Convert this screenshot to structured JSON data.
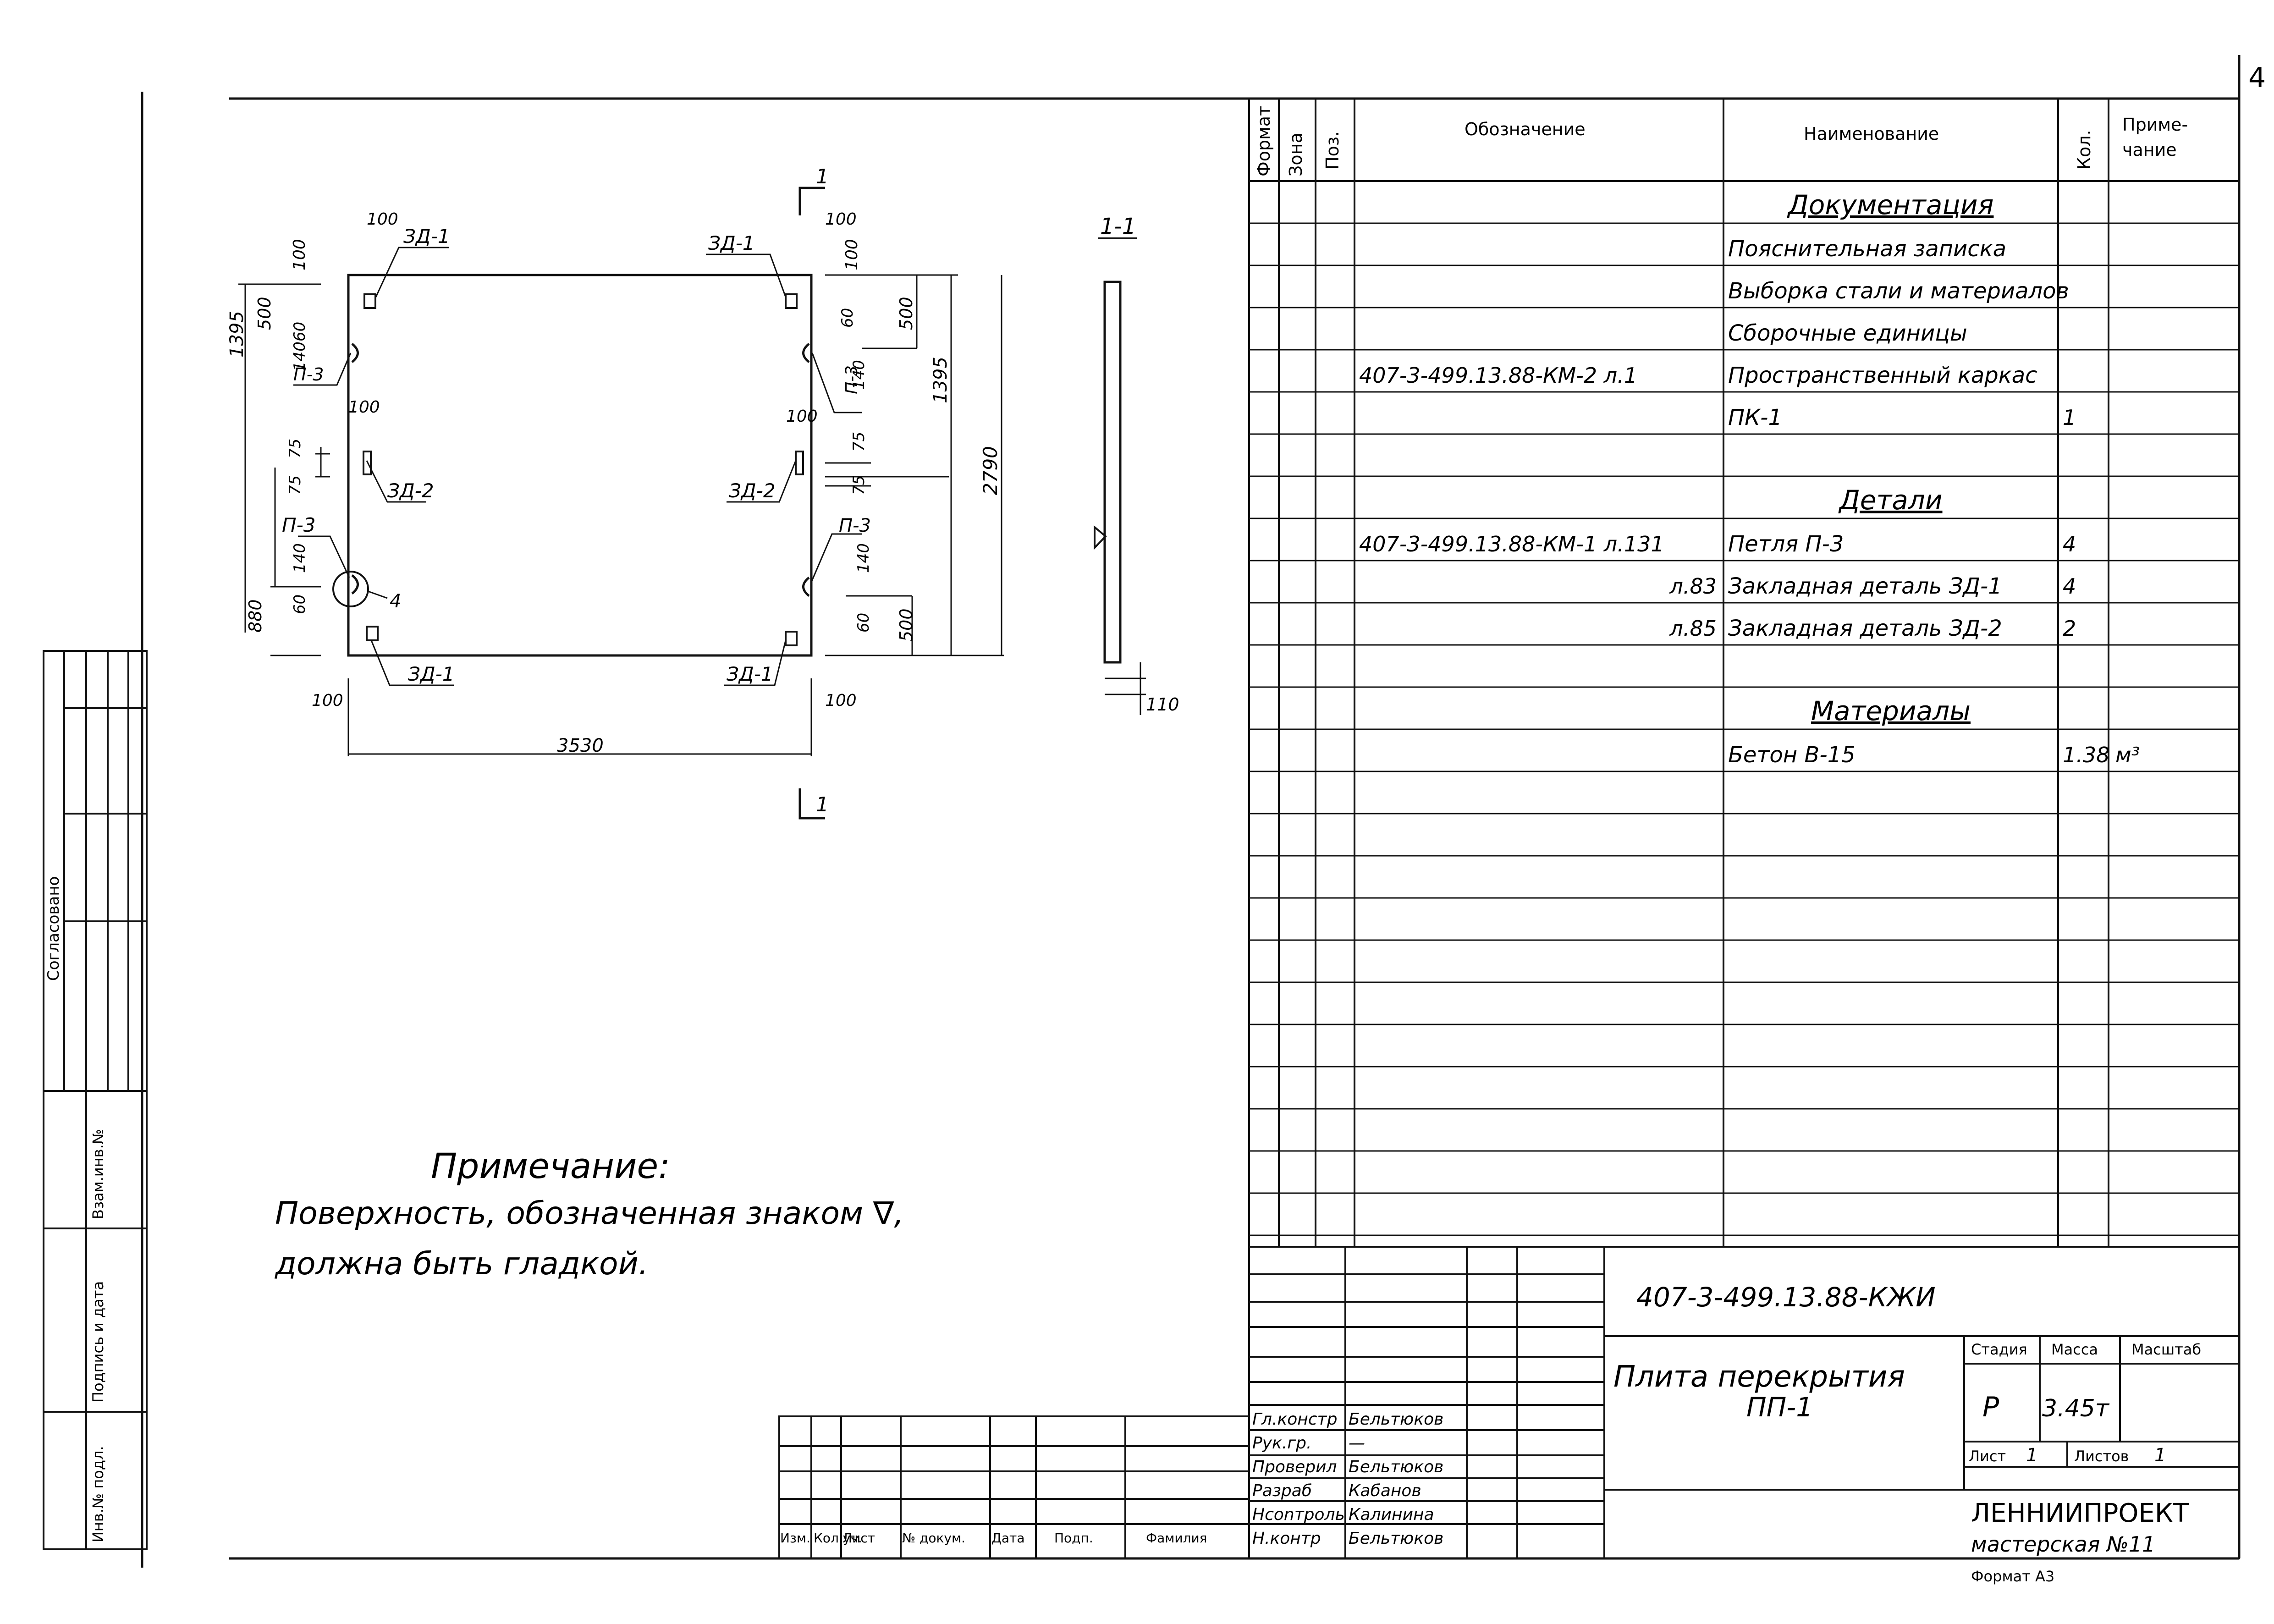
{
  "sheet_corner_number": "4",
  "left_strip": {
    "agreed": "Согласовано",
    "inv_podl": "Инв.№ подл.",
    "podpis_data": "Подпись и дата",
    "vzam_inv": "Взам.инв.№"
  },
  "spec_headers": {
    "format": "Формат",
    "zone": "Зона",
    "pos": "Поз.",
    "designation": "Обозначение",
    "name": "Наименование",
    "qty": "Кол.",
    "note_l1": "Приме-",
    "note_l2": "чание"
  },
  "spec_rows": [
    {
      "designation": "",
      "name": "Документация",
      "qty": "",
      "note": "",
      "heading": true
    },
    {
      "designation": "",
      "name": "Пояснительная записка",
      "qty": "",
      "note": "",
      "heading": false
    },
    {
      "designation": "",
      "name": "Выборка стали и материалов",
      "qty": "",
      "note": "",
      "heading": false
    },
    {
      "designation": "",
      "name": "Сборочные единицы",
      "qty": "",
      "note": "",
      "heading": false
    },
    {
      "designation": "407-3-499.13.88-КМ-2 л.1",
      "name": "Пространственный каркас",
      "qty": "",
      "note": "",
      "heading": false
    },
    {
      "designation": "",
      "name": "ПК-1",
      "qty": "1",
      "note": "",
      "heading": false
    },
    {
      "designation": "",
      "name": "",
      "qty": "",
      "note": "",
      "heading": false
    },
    {
      "designation": "",
      "name": "Детали",
      "qty": "",
      "note": "",
      "heading": true
    },
    {
      "designation": "407-3-499.13.88-КМ-1 л.131",
      "name": "Петля П-3",
      "qty": "4",
      "note": "",
      "heading": false
    },
    {
      "designation": "л.83",
      "name": "Закладная деталь ЗД-1",
      "qty": "4",
      "note": "",
      "heading": false
    },
    {
      "designation": "л.85",
      "name": "Закладная деталь ЗД-2",
      "qty": "2",
      "note": "",
      "heading": false
    },
    {
      "designation": "",
      "name": "",
      "qty": "",
      "note": "",
      "heading": false
    },
    {
      "designation": "",
      "name": "Материалы",
      "qty": "",
      "note": "",
      "heading": true
    },
    {
      "designation": "",
      "name": "Бетон В-15",
      "qty": "1.38",
      "note": "м³",
      "heading": false
    }
  ],
  "drawing": {
    "section_mark": "1",
    "section_title": "1-1",
    "dim_overall_width": "3530",
    "dim_overall_height": "2790",
    "dim_100": "100",
    "dim_1395": "1395",
    "dim_500": "500",
    "dim_60": "60",
    "dim_140": "140",
    "dim_75": "75",
    "dim_880": "880",
    "dim_110": "110",
    "callout_4": "4",
    "label_zd1": "ЗД-1",
    "label_zd2": "ЗД-2",
    "label_p3": "П-3"
  },
  "note": {
    "title": "Примечание:",
    "line1": "Поверхность, обозначенная знаком ∇,",
    "line2": "должна быть гладкой."
  },
  "title_block": {
    "doc_code": "407-3-499.13.88-КЖИ",
    "title_l1": "Плита перекрытия",
    "title_l2": "ПП-1",
    "stage_h": "Стадия",
    "mass_h": "Масса",
    "scale_h": "Масштаб",
    "stage": "Р",
    "mass": "3.45т",
    "sheet_l": "Лист",
    "sheet_v": "1",
    "sheets_l": "Листов",
    "sheets_v": "1",
    "org": "ЛЕННИИПРОЕКТ",
    "workshop": "мастерская №11",
    "format": "Формат А3",
    "rev_headers": [
      "Изм.",
      "Кол.уч.",
      "Лист",
      "№ докум.",
      "Дата",
      "Подп.",
      "Фамилия"
    ],
    "roles": [
      {
        "role": "Гл.констр",
        "name": "Бельтюков"
      },
      {
        "role": "Рук.гр.",
        "name": "—"
      },
      {
        "role": "Проверил",
        "name": "Бельтюков"
      },
      {
        "role": "Разраб",
        "name": "Кабанов"
      },
      {
        "role": "Нconтроль",
        "name": "Калинина"
      },
      {
        "role": "Н.контр",
        "name": "Бельтюков"
      }
    ]
  }
}
